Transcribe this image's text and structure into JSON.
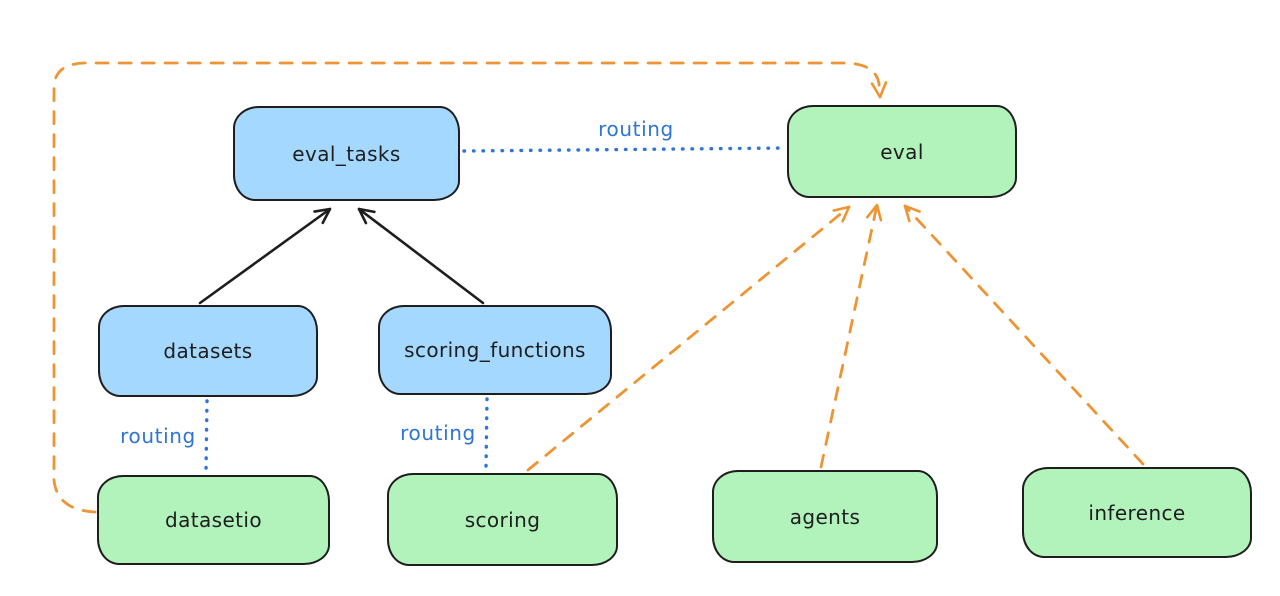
{
  "canvas": {
    "background": "#ffffff"
  },
  "colors": {
    "node_stroke": "#1e1e1e",
    "blue_node_fill": "#a5d8ff",
    "green_node_fill": "#b2f2bb",
    "routing_blue": "#2f75d3",
    "orange_dashed": "#ee9434",
    "black_arrow": "#1e1e1e",
    "text": "#1e1e1e"
  },
  "nodes": [
    {
      "id": "eval_tasks",
      "label": "eval_tasks",
      "fill": "blue"
    },
    {
      "id": "eval",
      "label": "eval",
      "fill": "green"
    },
    {
      "id": "datasets",
      "label": "datasets",
      "fill": "blue"
    },
    {
      "id": "scoring_functions",
      "label": "scoring_functions",
      "fill": "blue"
    },
    {
      "id": "datasetio",
      "label": "datasetio",
      "fill": "green"
    },
    {
      "id": "scoring",
      "label": "scoring",
      "fill": "green"
    },
    {
      "id": "agents",
      "label": "agents",
      "fill": "green"
    },
    {
      "id": "inference",
      "label": "inference",
      "fill": "green"
    }
  ],
  "edges": [
    {
      "from": "datasets",
      "to": "eval_tasks",
      "style": "solid",
      "arrow": true
    },
    {
      "from": "scoring_functions",
      "to": "eval_tasks",
      "style": "solid",
      "arrow": true
    },
    {
      "from": "eval_tasks",
      "to": "eval",
      "style": "dotted",
      "arrow": false,
      "label": "routing"
    },
    {
      "from": "datasets",
      "to": "datasetio",
      "style": "dotted",
      "arrow": false,
      "label": "routing"
    },
    {
      "from": "scoring_functions",
      "to": "scoring",
      "style": "dotted",
      "arrow": false,
      "label": "routing"
    },
    {
      "from": "datasetio",
      "to": "eval",
      "style": "dashed",
      "arrow": true,
      "route": "around-left-top"
    },
    {
      "from": "scoring",
      "to": "eval",
      "style": "dashed",
      "arrow": true
    },
    {
      "from": "agents",
      "to": "eval",
      "style": "dashed",
      "arrow": true
    },
    {
      "from": "inference",
      "to": "eval",
      "style": "dashed",
      "arrow": true
    }
  ]
}
